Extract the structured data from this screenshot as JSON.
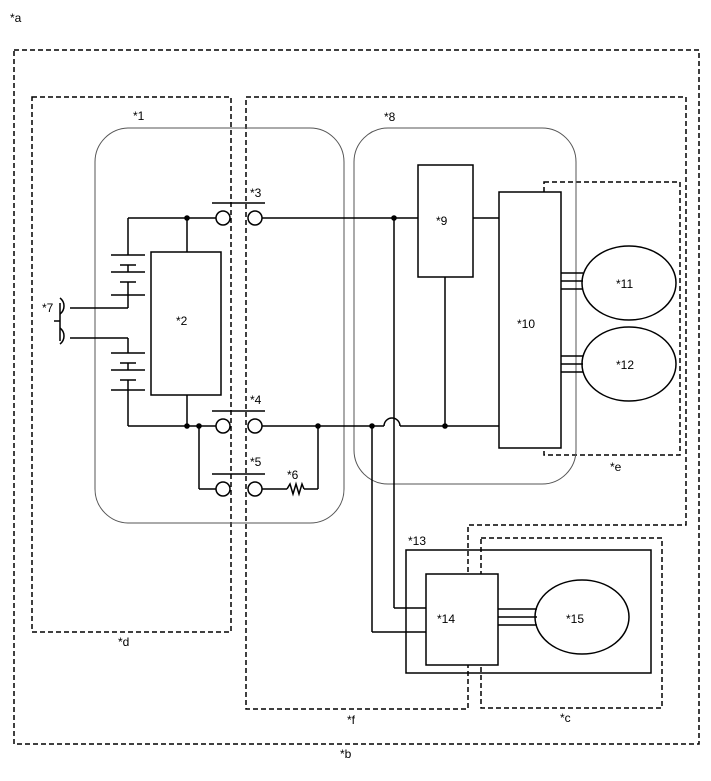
{
  "labels": {
    "a": "*a",
    "b": "*b",
    "c": "*c",
    "d": "*d",
    "e": "*e",
    "f": "*f",
    "n1": "*1",
    "n2": "*2",
    "n3": "*3",
    "n4": "*4",
    "n5": "*5",
    "n6": "*6",
    "n7": "*7",
    "n8": "*8",
    "n9": "*9",
    "n10": "*10",
    "n11": "*11",
    "n12": "*12",
    "n13": "*13",
    "n14": "*14",
    "n15": "*15"
  }
}
